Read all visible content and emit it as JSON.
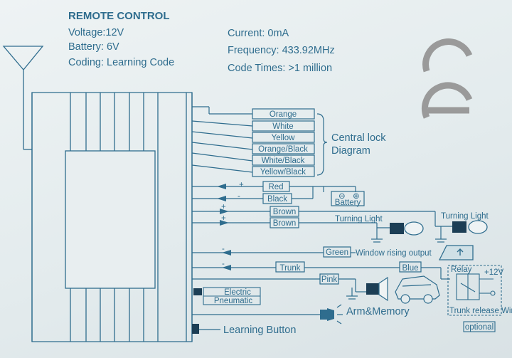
{
  "header": {
    "title": "REMOTE CONTROL",
    "specs_left": [
      "Voltage:12V",
      "Battery: 6V",
      "Coding: Learning Code"
    ],
    "specs_right": [
      "Current: 0mA",
      "Frequency: 433.92MHz",
      "Code Times: >1 million"
    ]
  },
  "central_lock": {
    "wires": [
      "Orange",
      "White",
      "Yellow",
      "Orange/Black",
      "White/Black",
      "Yellow/Black"
    ],
    "caption_line1": "Central lock",
    "caption_line2": "Diagram"
  },
  "power": {
    "red": "Red",
    "black": "Black",
    "battery": "Battery",
    "plus": "+",
    "minus": "-",
    "battery_pos": "⊕",
    "battery_neg": "⊖"
  },
  "turning": {
    "wire1": "Brown",
    "wire2": "Brown",
    "label_left": "Turning Light",
    "label_right": "Turning Light",
    "plus": "+"
  },
  "window": {
    "wire": "Green",
    "label": "Window rising output",
    "minus": "-"
  },
  "trunk": {
    "wire1": "Trunk",
    "wire2": "Blue",
    "minus": "-"
  },
  "horn": {
    "wire": "Pink"
  },
  "relay": {
    "relay_label": "Relay",
    "voltage": "+12V",
    "wiring_label": "Trunk release Wiring",
    "optional": "optional"
  },
  "lock_type": {
    "electric": "Electric",
    "pneumatic": "Pneumatic"
  },
  "led": {
    "label": "Arm&Memory"
  },
  "learning": {
    "label": "Learning Button"
  },
  "colors": {
    "ink": "#2f6d8e",
    "dark": "#222222",
    "ce_mark": "#9a9a9a",
    "background": "#e4ecee"
  },
  "icons": [
    "antenna-icon",
    "ce-mark-icon",
    "ground-icon",
    "lamp-icon",
    "window-icon",
    "siren-icon",
    "car-icon",
    "led-icon",
    "relay-icon"
  ]
}
